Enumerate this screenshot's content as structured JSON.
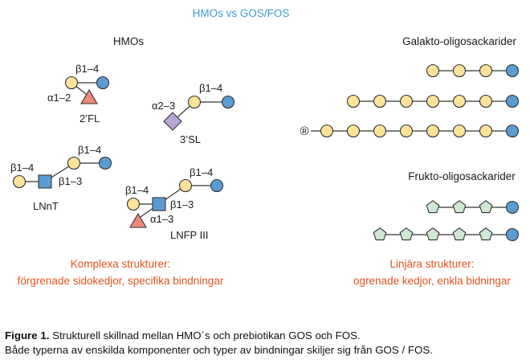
{
  "title": "HMOs vs GOS/FOS",
  "headings": {
    "hmo": "HMOs",
    "gos": "Galakto-oligosackarider",
    "fos": "Frukto-oligosackarider"
  },
  "labels": {
    "b14_2fl": "β1–4",
    "a12_2fl": "α1–2",
    "name_2fl": "2’FL",
    "b14_3sl": "β1–4",
    "a23_3sl": "α2–3",
    "name_3sl": "3’SL",
    "b14_lnnt_top": "β1–4",
    "b14_lnnt_left": "β1–4",
    "b13_lnnt": "β1–3",
    "name_lnnt": "LNnT",
    "b14_lnfp_top": "β1–4",
    "b14_lnfp_left": "β1–4",
    "b13_lnfp": "β1–3",
    "a13_lnfp": "α1–3",
    "name_lnfp": "LNFP III",
    "r_symbol": "®"
  },
  "notes": {
    "hmo_line1": "Komplexa strukturer:",
    "hmo_line2": "förgrenade sidokedjor, specifika bindningar",
    "lin_line1": "Linjära strukturer:",
    "lin_line2": "ogrenade kedjor, enkla bidningar"
  },
  "caption": {
    "label": "Figure 1.",
    "line1": " Strukturell skillnad mellan HMO´s och prebiotikan GOS och FOS.",
    "line2": "Både typerna av enskilda komponenter och typer av bindningar skiljer sig från GOS / FOS."
  },
  "colors": {
    "title": "#3a9bd5",
    "note": "#e0531c",
    "galactose": "#fbe39a",
    "glucose": "#5b9bd5",
    "fucose": "#f08a7a",
    "sialic": "#b7a6d8",
    "glcnac": "#5b9bd5",
    "fructose": "#cfe8d4",
    "stroke": "#333333"
  },
  "chains": {
    "gos": [
      {
        "galactose_count": 3,
        "glucose_count": 1
      },
      {
        "galactose_count": 6,
        "glucose_count": 1
      },
      {
        "galactose_count": 7,
        "glucose_count": 1,
        "start_symbol": "®"
      }
    ],
    "fos": [
      {
        "fructose_count": 3,
        "glucose_count": 1
      },
      {
        "fructose_count": 5,
        "glucose_count": 1
      }
    ]
  }
}
